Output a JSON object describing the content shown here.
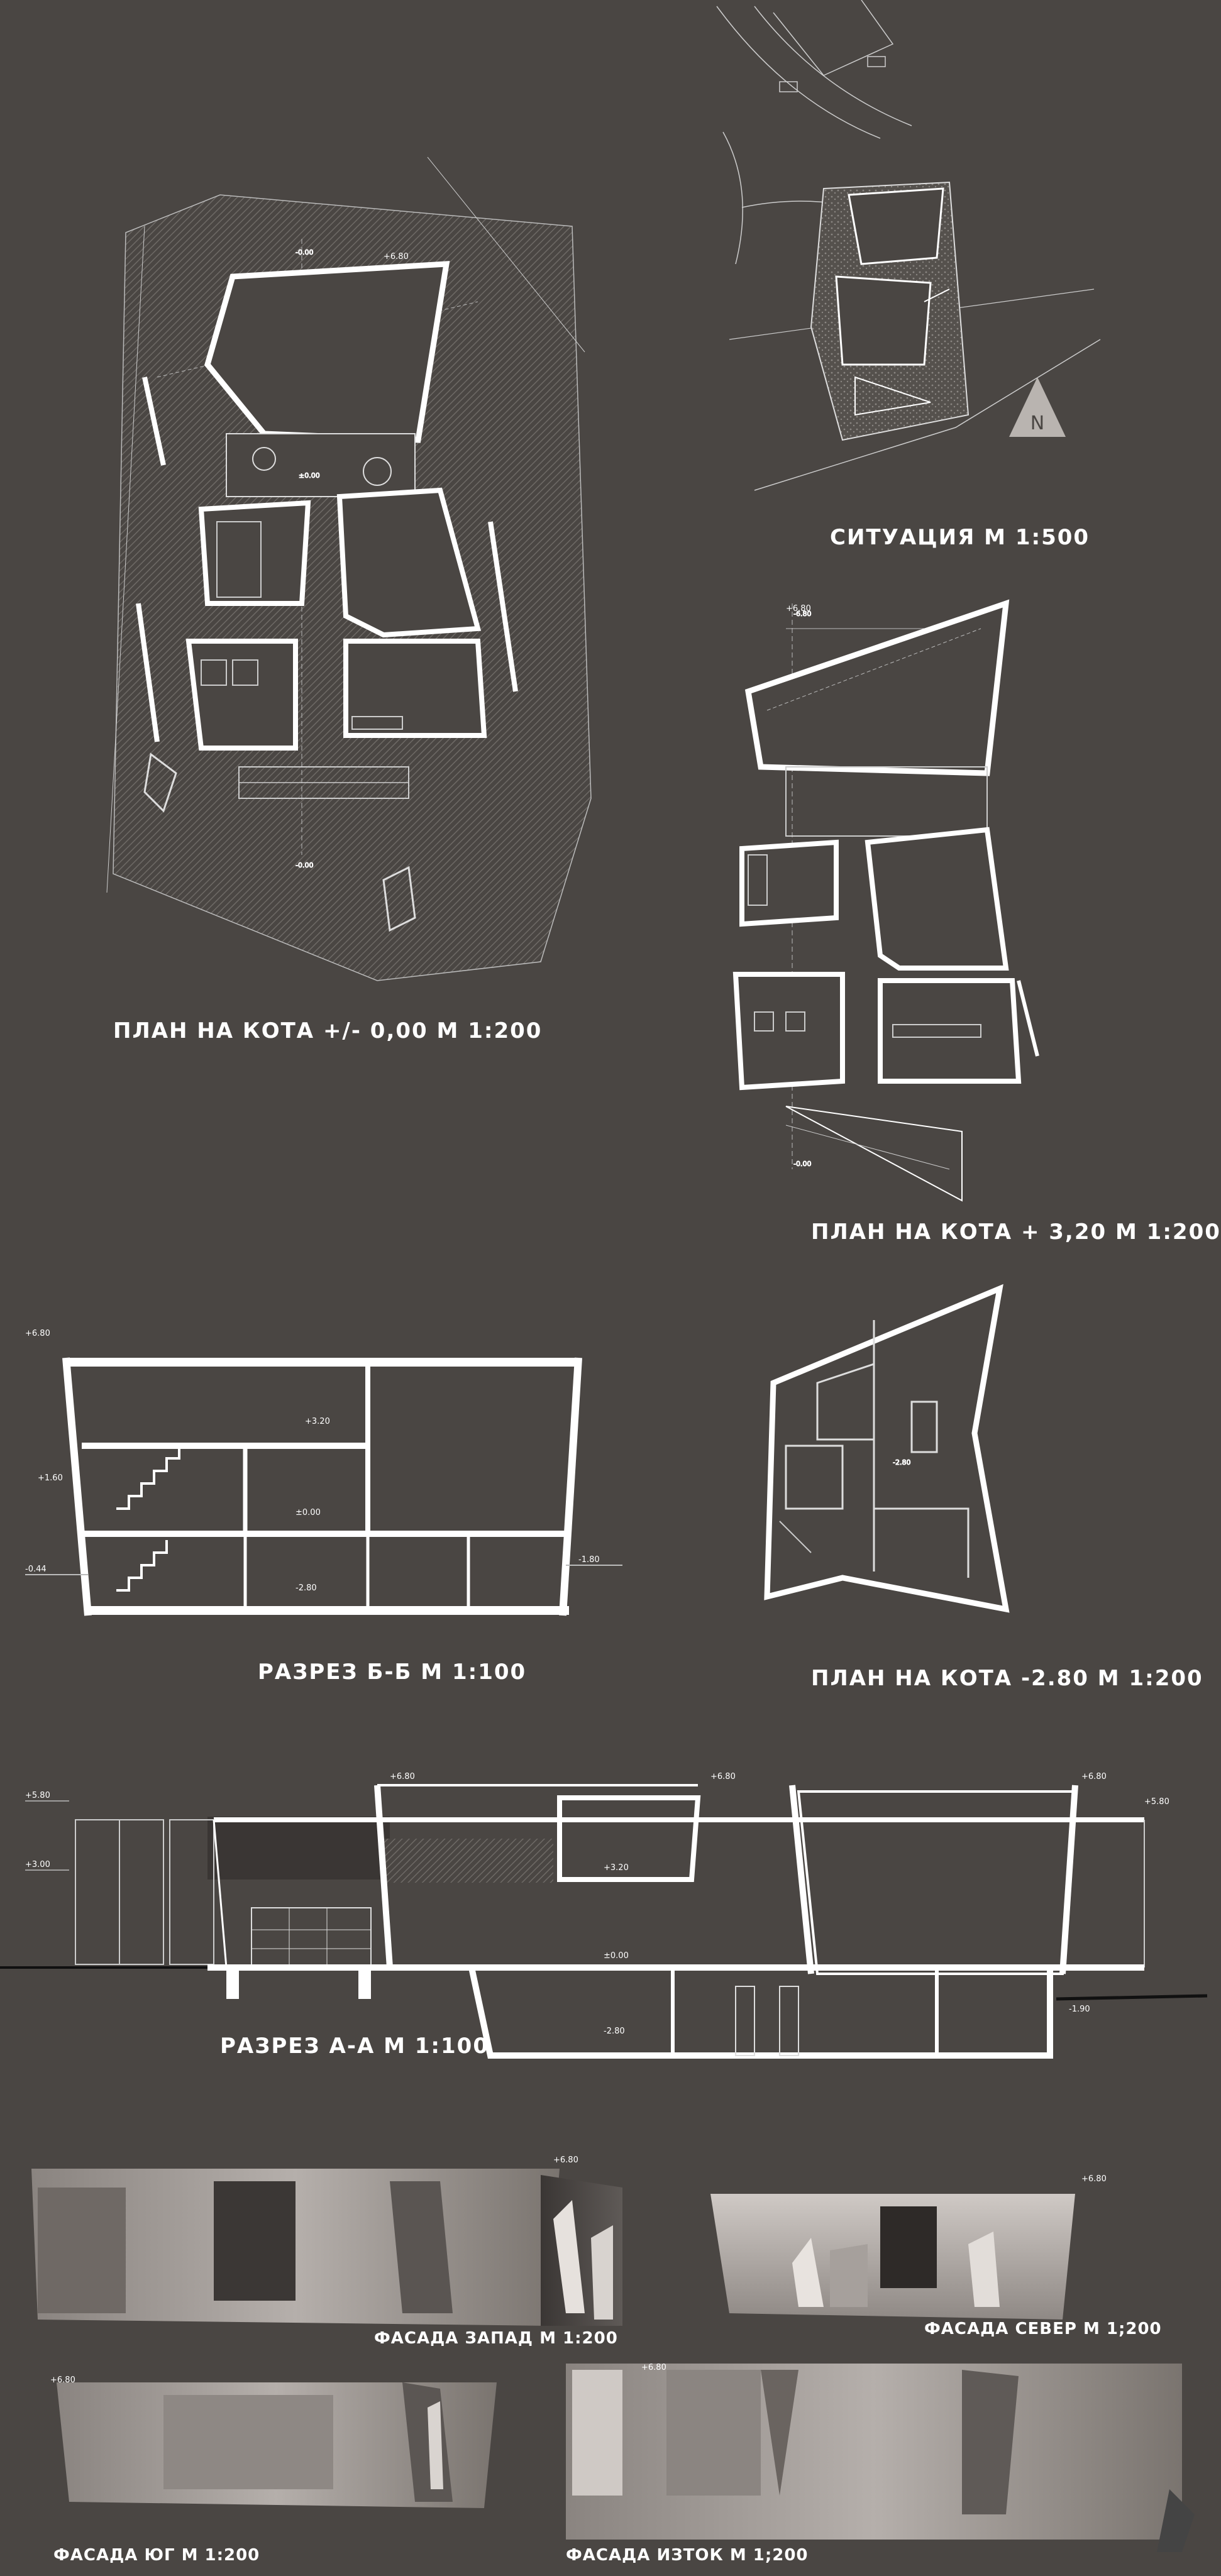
{
  "sheet": {
    "background": "#4a4643",
    "line_color": "#ffffff",
    "hatch_color": "#6a6663"
  },
  "titles": {
    "plan_ground": "ПЛАН НА КОТА +/- 0,00 М 1:200",
    "situation": "СИТУАЦИЯ М 1:500",
    "plan_upper": "ПЛАН НА КОТА + 3,20 М 1:200",
    "section_bb": "РАЗРЕЗ Б-Б М 1:100",
    "plan_lower": "ПЛАН  НА КОТА -2.80 М 1:200",
    "section_aa": "РАЗРЕЗ А-А М 1:100",
    "facade_west": "ФАСАДА ЗАПАД М 1:200",
    "facade_north": "ФАСАДА СЕВЕР М 1;200",
    "facade_south": "ФАСАДА ЮГ М 1:200",
    "facade_east": "ФАСАДА ИЗТОК М 1;200"
  },
  "north_arrow": "N",
  "levels": {
    "plus_680": "+6.80",
    "plus_580": "+5.80",
    "plus_320": "+3.20",
    "plus_300": "+3.00",
    "zero": "±0.00",
    "minus_044": "-0.44",
    "minus_180": "-1.80",
    "minus_190": "-1.90",
    "minus_280": "-2.80",
    "plus_160": "+1.60"
  }
}
